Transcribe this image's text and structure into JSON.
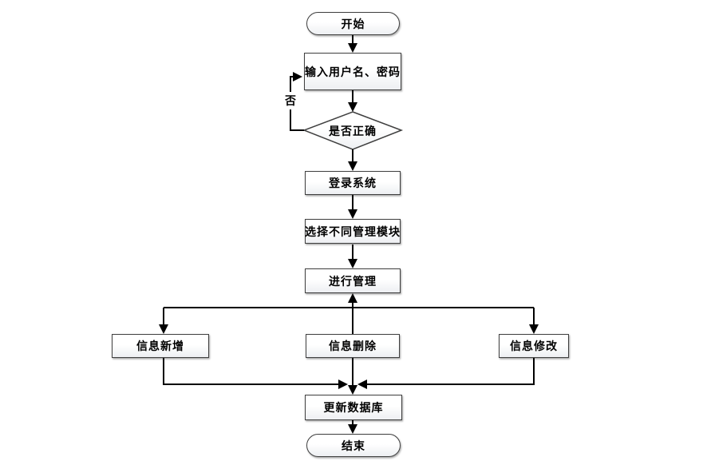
{
  "diagram_type": "flowchart",
  "nodes": {
    "start": {
      "label": "开始",
      "shape": "terminator"
    },
    "input": {
      "label": "输入用户名、密码",
      "shape": "process"
    },
    "decision": {
      "label": "是否正确",
      "shape": "decision"
    },
    "login": {
      "label": "登录系统",
      "shape": "process"
    },
    "select": {
      "label": "选择不同管理模块",
      "shape": "process"
    },
    "manage": {
      "label": "进行管理",
      "shape": "process"
    },
    "add": {
      "label": "信息新增",
      "shape": "process"
    },
    "delete": {
      "label": "信息删除",
      "shape": "process"
    },
    "modify": {
      "label": "信息修改",
      "shape": "process"
    },
    "update": {
      "label": "更新数据库",
      "shape": "process"
    },
    "end": {
      "label": "结束",
      "shape": "terminator"
    }
  },
  "edge_labels": {
    "no": "否"
  },
  "edges": [
    {
      "from": "start",
      "to": "input"
    },
    {
      "from": "input",
      "to": "decision"
    },
    {
      "from": "decision",
      "to": "input",
      "label": "否"
    },
    {
      "from": "decision",
      "to": "login"
    },
    {
      "from": "login",
      "to": "select"
    },
    {
      "from": "select",
      "to": "manage"
    },
    {
      "from": "manage",
      "to": "add"
    },
    {
      "from": "manage",
      "to": "delete"
    },
    {
      "from": "manage",
      "to": "modify"
    },
    {
      "from": "add",
      "to": "update"
    },
    {
      "from": "delete",
      "to": "update"
    },
    {
      "from": "modify",
      "to": "update"
    },
    {
      "from": "update",
      "to": "end"
    }
  ],
  "colors": {
    "background": "#ffffff",
    "connector_line": "#000000",
    "node_border": "#3f3f3f",
    "node_fill_top": "#ffffff",
    "node_fill_bottom": "#edeff2",
    "text": "#000000"
  }
}
